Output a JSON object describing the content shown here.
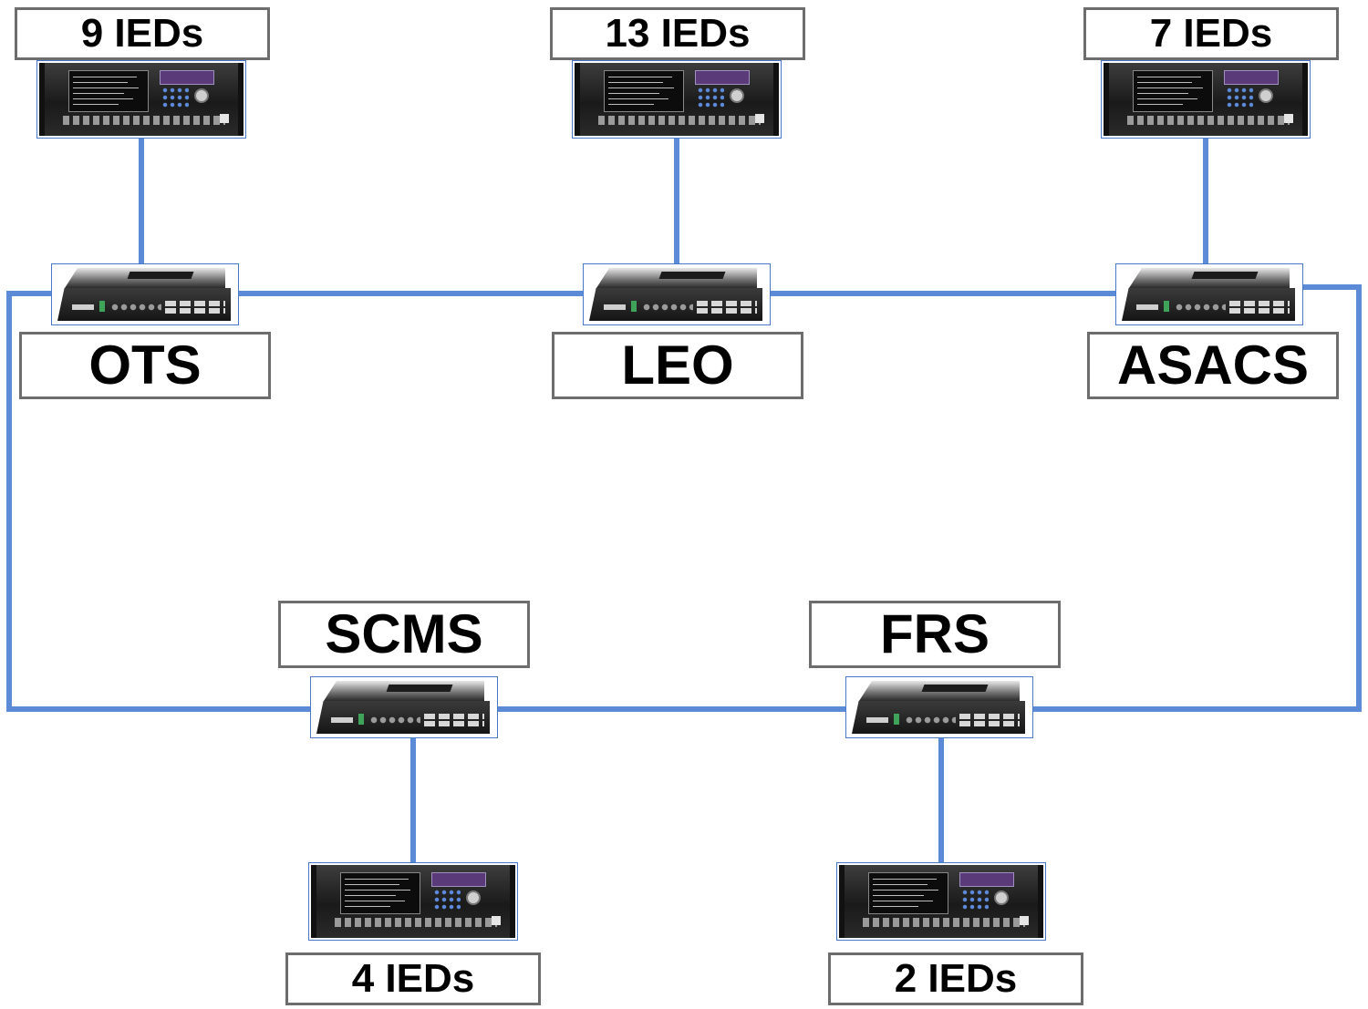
{
  "colors": {
    "link": "#5b8bd6",
    "label_border": "#6d6d6d",
    "device_frame": "#4a78c8"
  },
  "nodes": [
    {
      "name": "OTS",
      "ieds": "9 IEDs"
    },
    {
      "name": "LEO",
      "ieds": "13 IEDs"
    },
    {
      "name": "ASACS",
      "ieds": "7 IEDs"
    },
    {
      "name": "SCMS",
      "ieds": "4 IEDs"
    },
    {
      "name": "FRS",
      "ieds": "2 IEDs"
    }
  ],
  "icons": {
    "ied": "protection-relay-icon",
    "switch": "ethernet-switch-icon"
  }
}
